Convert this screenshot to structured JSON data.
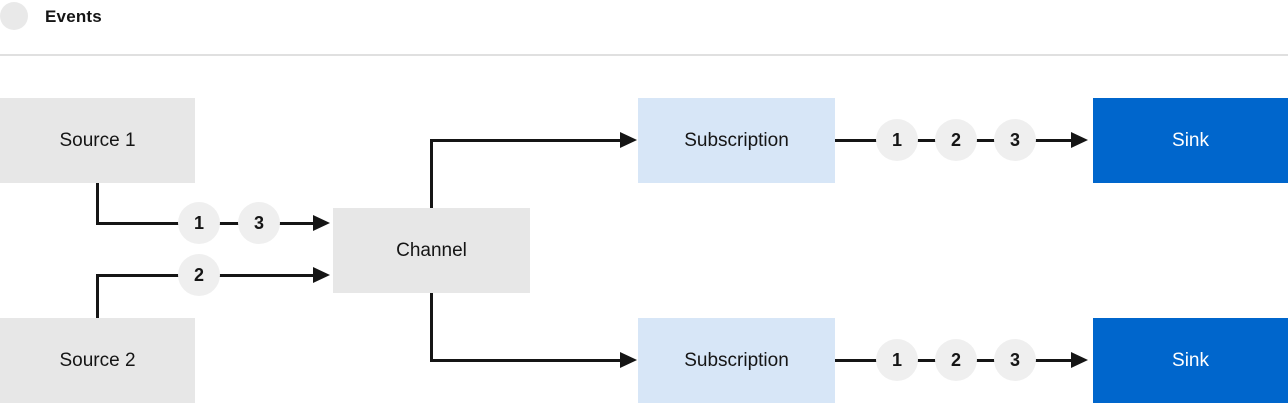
{
  "legend": {
    "label": "Events"
  },
  "nodes": {
    "source1": {
      "label": "Source 1"
    },
    "source2": {
      "label": "Source 2"
    },
    "channel": {
      "label": "Channel"
    },
    "subscription_top": {
      "label": "Subscription"
    },
    "subscription_bottom": {
      "label": "Subscription"
    },
    "sink_top": {
      "label": "Sink"
    },
    "sink_bottom": {
      "label": "Sink"
    }
  },
  "event_markers": {
    "source1_to_channel": [
      "1",
      "3"
    ],
    "source2_to_channel": [
      "2"
    ],
    "subscription_top_to_sink": [
      "1",
      "2",
      "3"
    ],
    "subscription_bottom_to_sink": [
      "1",
      "2",
      "3"
    ]
  },
  "colors": {
    "node_gray": "#e7e7e7",
    "subscription_light_blue": "#d7e6f7",
    "sink_blue": "#0066cc",
    "line_dark": "#151515",
    "event_circle_gray": "#efefef",
    "legend_circle_gray": "#e9e9e9",
    "divider_gray": "#e0e0e0",
    "text_dark": "#151515",
    "text_on_blue": "#ffffff"
  }
}
